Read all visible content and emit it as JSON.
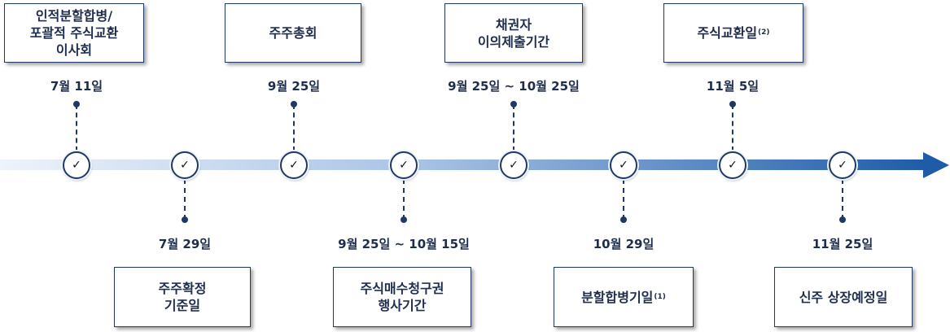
{
  "timeline": {
    "check_glyph": "✓",
    "colors": {
      "line_start": "#eef3fa",
      "line_end": "#1f5ca8",
      "accent": "#1f3864"
    },
    "events": [
      {
        "id": "e1",
        "box": "인적분할합병/\n포괄적 주식교환\n이사회",
        "note": "",
        "date": "7월 11일",
        "side": "top"
      },
      {
        "id": "e2",
        "box": "주주확정\n기준일",
        "note": "",
        "date": "7월 29일",
        "side": "bottom"
      },
      {
        "id": "e3",
        "box": "주주총회",
        "note": "",
        "date": "9월 25일",
        "side": "top"
      },
      {
        "id": "e4",
        "box": "주식매수청구권\n행사기간",
        "note": "",
        "date": "9월 25일 ~ 10월 15일",
        "side": "bottom"
      },
      {
        "id": "e5",
        "box": "채권자\n이의제출기간",
        "note": "",
        "date": "9월 25일 ~ 10월 25일",
        "side": "top"
      },
      {
        "id": "e6",
        "box": "분할합병기일",
        "note": "(1)",
        "date": "10월 29일",
        "side": "bottom"
      },
      {
        "id": "e7",
        "box": "주식교환일",
        "note": "(2)",
        "date": "11월 5일",
        "side": "top"
      },
      {
        "id": "e8",
        "box": "신주 상장예정일",
        "note": "",
        "date": "11월 25일",
        "side": "bottom"
      }
    ]
  }
}
